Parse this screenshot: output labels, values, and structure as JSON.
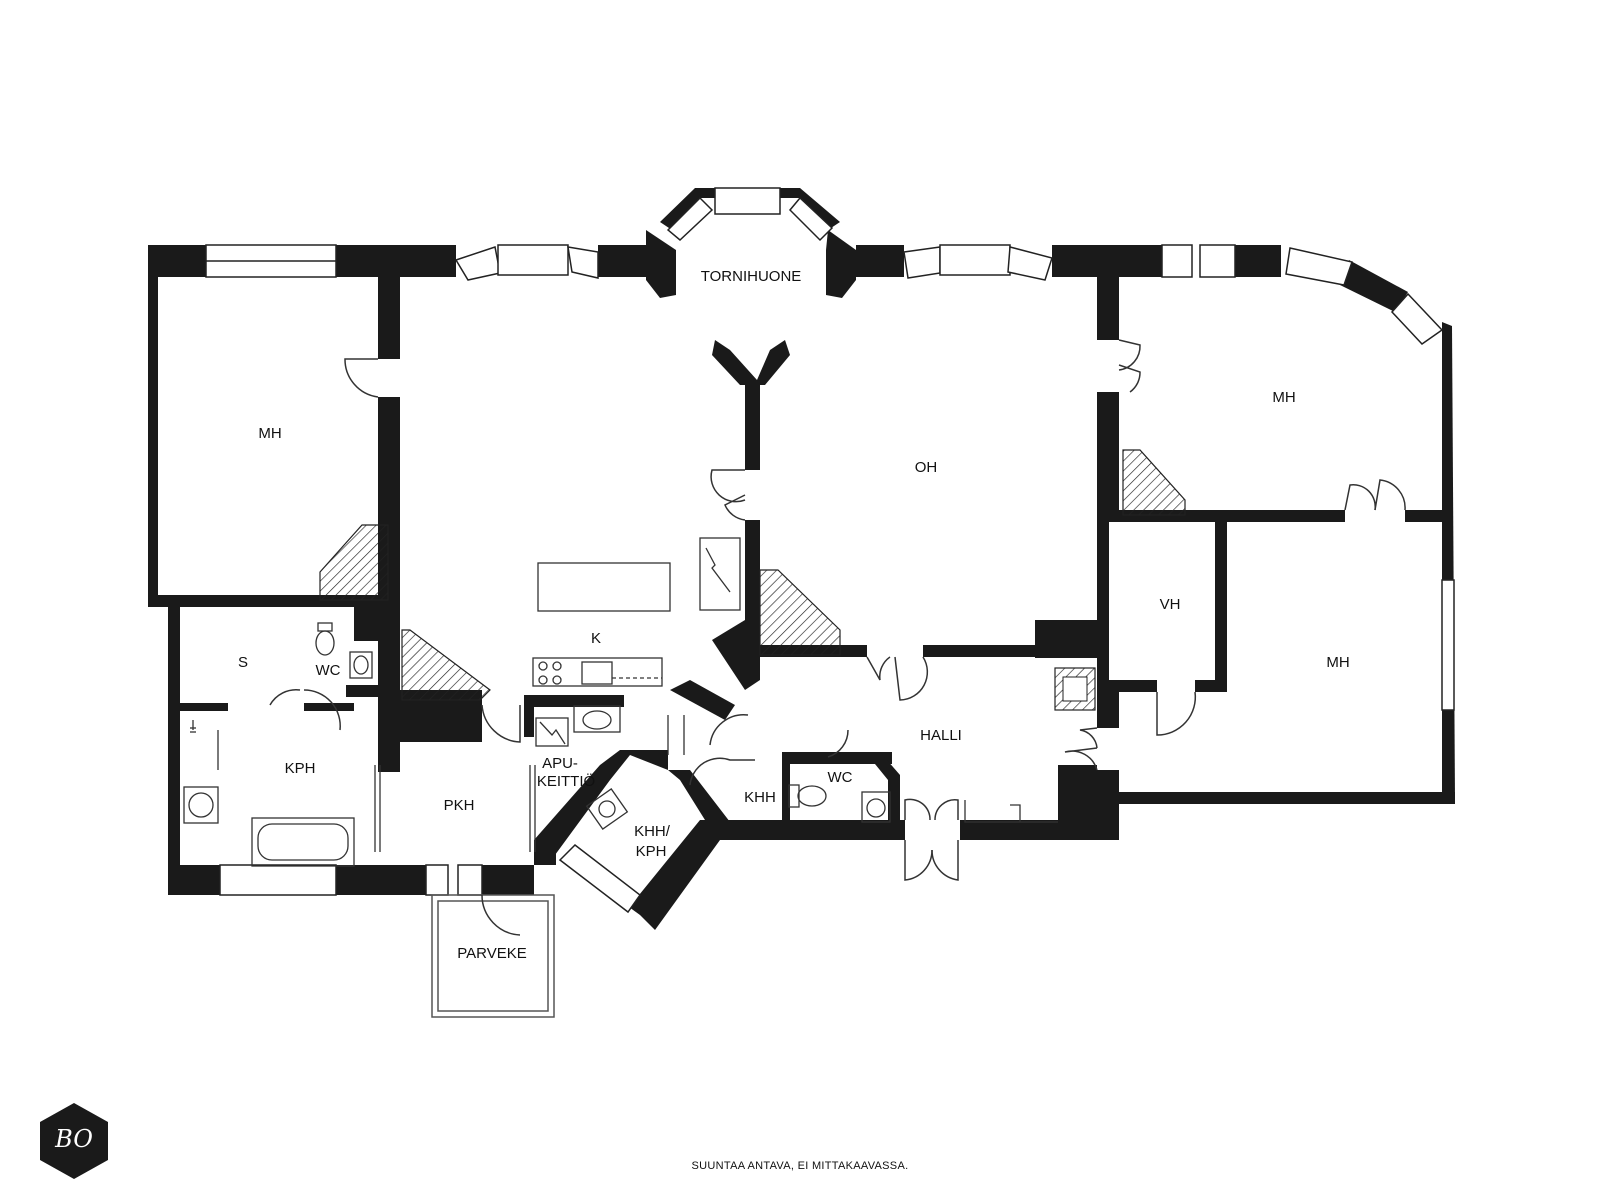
{
  "rooms": {
    "tornihuone": "TORNIHUONE",
    "mh_left": "MH",
    "oh": "OH",
    "mh_right_top": "MH",
    "k": "K",
    "vh": "VH",
    "mh_right_bottom": "MH",
    "s": "S",
    "wc_left": "WC",
    "halli": "HALLI",
    "kph": "KPH",
    "apukeittio_1": "APU-",
    "apukeittio_2": "KEITTIÖ",
    "pkh": "PKH",
    "khh": "KHH",
    "wc_mid": "WC",
    "khh_kph_1": "KHH/",
    "khh_kph_2": "KPH",
    "parveke": "PARVEKE"
  },
  "footer": {
    "disclaimer": "SUUNTAA ANTAVA, EI MITTAKAAVASSA.",
    "logo": "BO"
  },
  "colors": {
    "wall": "#1a1a1a",
    "background": "#ffffff",
    "line": "#333333"
  }
}
